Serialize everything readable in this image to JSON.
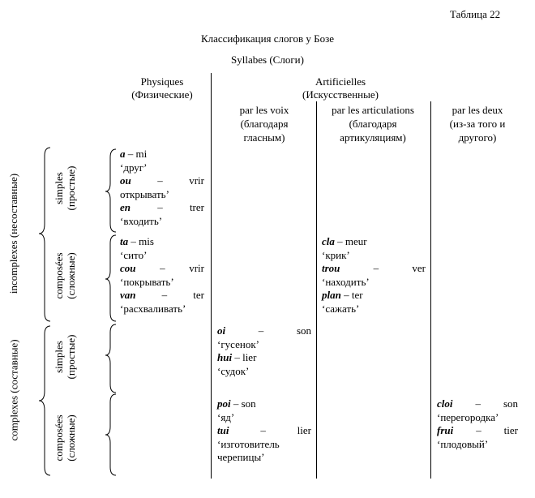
{
  "table_label": "Таблица 22",
  "title": "Классификация слогов у Бозе",
  "subtitle": "Syllabes (Слоги)",
  "physiques": {
    "fr": "Physiques",
    "ru": "(Физические)"
  },
  "artificielles": {
    "fr": "Artificielles",
    "ru": "(Искусственные)"
  },
  "col_voix": {
    "l1": "par les voix",
    "l2": "(благодаря",
    "l3": "гласным)"
  },
  "col_artic": {
    "l1": "par les articulations",
    "l2": "(благодаря",
    "l3": "артикуляциям)"
  },
  "col_deux": {
    "l1": "par les deux",
    "l2": "(из-за того и",
    "l3": "другого)"
  },
  "side": {
    "incomplexes": "incomplexes (несоставные)",
    "complexes": "complexes (составные)",
    "simples_fr": "simples",
    "simples_ru": "(простые)",
    "composees_fr": "composées",
    "composees_ru": "(сложные)"
  },
  "entries": {
    "a": {
      "syl": "a",
      "sep": "–",
      "rest": "mi",
      "gloss": "‘друг’"
    },
    "ou": {
      "syl": "ou",
      "sep": "–",
      "rest": "vrir",
      "gloss": "открывать’"
    },
    "en": {
      "syl": "en",
      "sep": "–",
      "rest": "trer",
      "gloss": "‘входить’"
    },
    "ta": {
      "syl": "ta",
      "sep": "–",
      "rest": "mis",
      "gloss": "‘сито’"
    },
    "cou": {
      "syl": "cou",
      "sep": "–",
      "rest": "vrir",
      "gloss": "‘покрывать’"
    },
    "van": {
      "syl": "van",
      "sep": "–",
      "rest": "ter",
      "gloss": "‘расхваливать’"
    },
    "cla": {
      "syl": "cla",
      "sep": "–",
      "rest": "meur",
      "gloss": "‘крик’"
    },
    "trou": {
      "syl": "trou",
      "sep": "–",
      "rest": "ver",
      "gloss": "‘находить’"
    },
    "plan": {
      "syl": "plan",
      "sep": "–",
      "rest": "ter",
      "gloss": "‘сажать’"
    },
    "oi": {
      "syl": "oi",
      "sep": "–",
      "rest": "son",
      "gloss": "‘гусенок’"
    },
    "hui": {
      "syl": "hui",
      "sep": "–",
      "rest": "lier",
      "gloss": "‘судок’"
    },
    "poi": {
      "syl": "poi",
      "sep": "–",
      "rest": "son",
      "gloss": "‘яд’"
    },
    "tui": {
      "syl": "tui",
      "sep": "–",
      "rest": "lier",
      "gloss": "‘изготовитель",
      "gloss2": "черепицы’"
    },
    "cloi": {
      "syl": "cloi",
      "sep": "–",
      "rest": "son",
      "gloss": "‘перегородка’"
    },
    "frui": {
      "syl": "frui",
      "sep": "–",
      "rest": "tier",
      "gloss": "‘плодовый’"
    }
  }
}
